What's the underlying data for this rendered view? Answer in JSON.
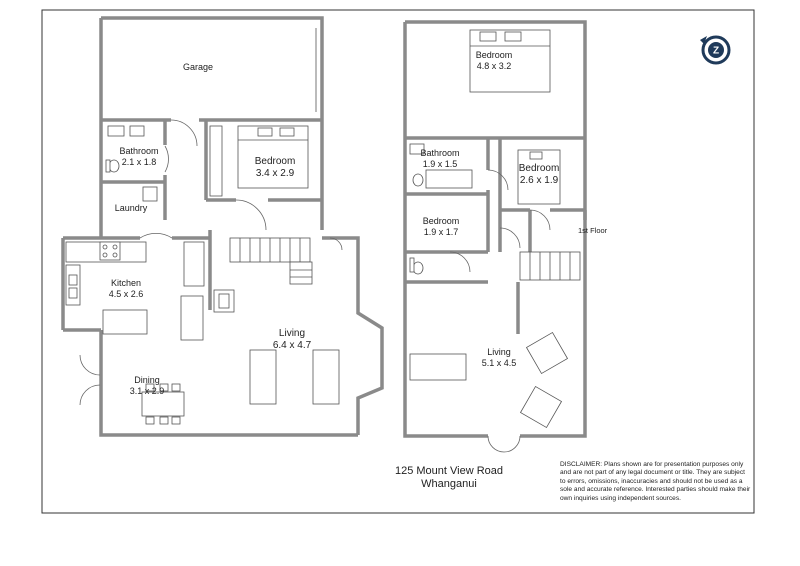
{
  "rooms": [
    {
      "name": "Garage",
      "dims": ""
    },
    {
      "name": "Bathroom",
      "dims": "2.1 x 1.8"
    },
    {
      "name": "Laundry",
      "dims": ""
    },
    {
      "name": "Bedroom",
      "dims": "3.4 x 2.9"
    },
    {
      "name": "Kitchen",
      "dims": "4.5 x 2.6"
    },
    {
      "name": "Living",
      "dims": "6.4 x 4.7"
    },
    {
      "name": "Dining",
      "dims": "3.1 x 2.9"
    },
    {
      "name": "Bedroom",
      "dims": "4.8 x 3.2"
    },
    {
      "name": "Bathroom",
      "dims": "1.9 x 1.5"
    },
    {
      "name": "Bedroom",
      "dims": "2.6 x 1.9"
    },
    {
      "name": "Bedroom",
      "dims": "1.9 x 1.7"
    },
    {
      "name": "Living",
      "dims": "5.1 x 4.5"
    }
  ],
  "floor_label": "1st Floor",
  "address": {
    "line1": "125 Mount View Road",
    "line2": "Whanganui"
  },
  "disclaimer": {
    "heading": "DISCLAIMER:",
    "text": "Plans shown are for presentation purposes only and are not part of any legal document or title. They are subject to errors, omissions, inaccuracies and should not be used as a sole and accurate reference. Interested parties should make their own inquiries using independent sources."
  },
  "logo_icon": "compass-z-logo-icon",
  "colors": {
    "wall": "#8a8a8a",
    "line": "#333333",
    "fill": "#ffffff"
  }
}
